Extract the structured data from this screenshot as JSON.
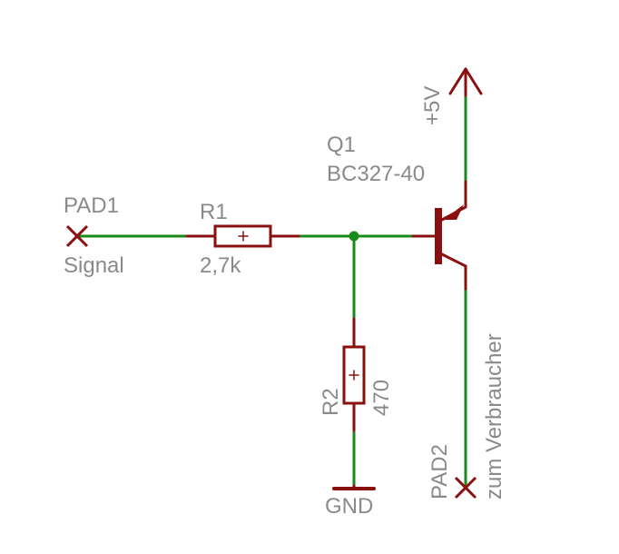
{
  "colors": {
    "net": "#1a8a1a",
    "symbol": "#8a1010",
    "label": "#8a8a8a",
    "background": "#ffffff"
  },
  "components": {
    "pad1": {
      "name": "PAD1",
      "value": "Signal"
    },
    "r1": {
      "name": "R1",
      "value": "2,7k",
      "marker": "+"
    },
    "r2": {
      "name": "R2",
      "value": "470",
      "marker": "+"
    },
    "q1": {
      "name": "Q1",
      "value": "BC327-40"
    },
    "pad2": {
      "name": "PAD2",
      "value": "zum Verbraucher"
    },
    "supply": {
      "label": "+5V"
    },
    "ground": {
      "label": "GND"
    }
  }
}
